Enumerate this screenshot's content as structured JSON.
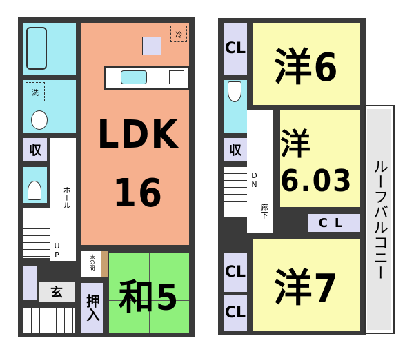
{
  "floor1": {
    "ldk": {
      "label": "LDK",
      "size": "16"
    },
    "washitsu": {
      "label": "和5"
    },
    "oshiire": {
      "label": "押入"
    },
    "storage": {
      "label": "収"
    },
    "entrance": {
      "label": "玄"
    },
    "hall": {
      "label": "ホール"
    },
    "stairs": {
      "label": "UP"
    },
    "wash_symbol": {
      "label": "洗"
    },
    "fridge_symbol": {
      "label": "冷"
    },
    "alcove": {
      "label": "床の間"
    }
  },
  "floor2": {
    "room1": {
      "label": "洋6"
    },
    "room2": {
      "label": "洋6.03"
    },
    "room3": {
      "label": "洋7"
    },
    "closet_top": {
      "label": "CL"
    },
    "closet_mid": {
      "label": "CL"
    },
    "closet_low1": {
      "label": "CL"
    },
    "closet_low2": {
      "label": "CL"
    },
    "storage": {
      "label": "収"
    },
    "stairs": {
      "label": "DN"
    },
    "corridor": {
      "label": "廊下"
    },
    "balcony": {
      "label": "ルーフバルコニー"
    }
  },
  "colors": {
    "ldk": "#f6b08e",
    "washitsu": "#8ff07c",
    "western": "#fbfbb4",
    "wet": "#a6ecf4",
    "storage": "#dcdcf4",
    "wall": "#3a3a3a"
  }
}
